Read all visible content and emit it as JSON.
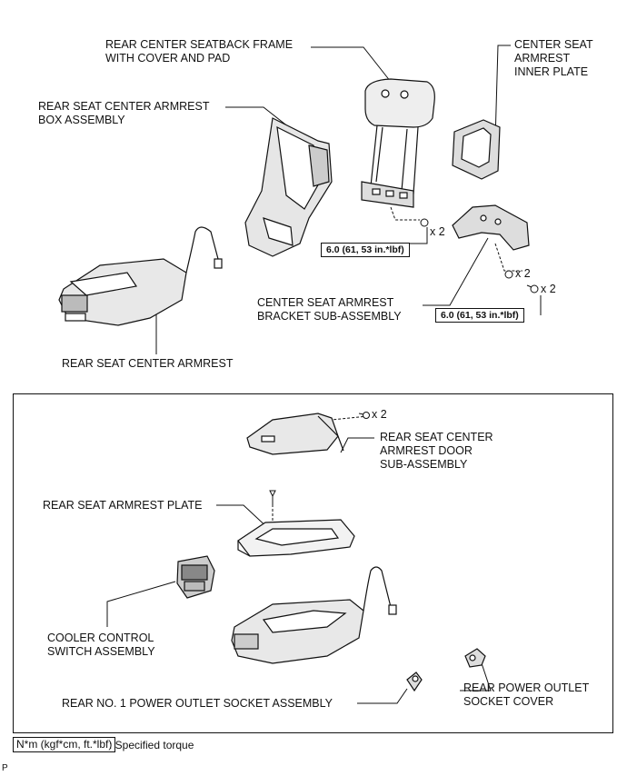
{
  "labels": {
    "seatback_frame": "REAR CENTER SEATBACK FRAME\nWITH COVER AND PAD",
    "inner_plate": "CENTER SEAT\nARMREST\nINNER PLATE",
    "armrest_box": "REAR SEAT CENTER ARMREST\nBOX ASSEMBLY",
    "bracket": "CENTER SEAT ARMREST\nBRACKET SUB-ASSEMBLY",
    "center_armrest": "REAR SEAT CENTER ARMREST",
    "armrest_door": "REAR SEAT CENTER\nARMREST DOOR\nSUB-ASSEMBLY",
    "armrest_plate": "REAR SEAT ARMREST PLATE",
    "cooler_switch": "COOLER CONTROL\nSWITCH ASSEMBLY",
    "power_outlet_cover": "REAR POWER OUTLET\nSOCKET COVER",
    "power_outlet_socket": "REAR NO. 1 POWER OUTLET SOCKET ASSEMBLY"
  },
  "torques": {
    "frame_nut": "6.0 (61, 53 in.*lbf)",
    "bracket_nut": "6.0 (61, 53 in.*lbf)"
  },
  "quantities": {
    "frame_nut_qty": "x 2",
    "bracket_nut_qty": "x 2",
    "bracket_bolt_qty": "x 2",
    "door_screw_qty": "x 2"
  },
  "legend": {
    "key": "N*m (kgf*cm, ft.*lbf)",
    "description": ": Specified torque"
  },
  "figure_code": "P"
}
